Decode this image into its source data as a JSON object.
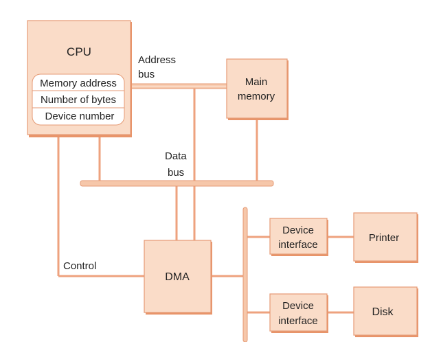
{
  "diagram": {
    "cpu": {
      "label": "CPU",
      "registers": [
        "Memory address",
        "Number of bytes",
        "Device number"
      ]
    },
    "address_bus": {
      "line1": "Address",
      "line2": "bus"
    },
    "main_memory": {
      "line1": "Main",
      "line2": "memory"
    },
    "data_bus": {
      "line1": "Data",
      "line2": "bus"
    },
    "control_label": "Control",
    "dma": {
      "label": "DMA"
    },
    "device_interface_1": {
      "line1": "Device",
      "line2": "interface"
    },
    "device_interface_2": {
      "line1": "Device",
      "line2": "interface"
    },
    "printer": {
      "label": "Printer"
    },
    "disk": {
      "label": "Disk"
    },
    "colors": {
      "box_fill": "#fadcc8",
      "box_border": "#e59a74",
      "connector": "#eea27e"
    }
  }
}
